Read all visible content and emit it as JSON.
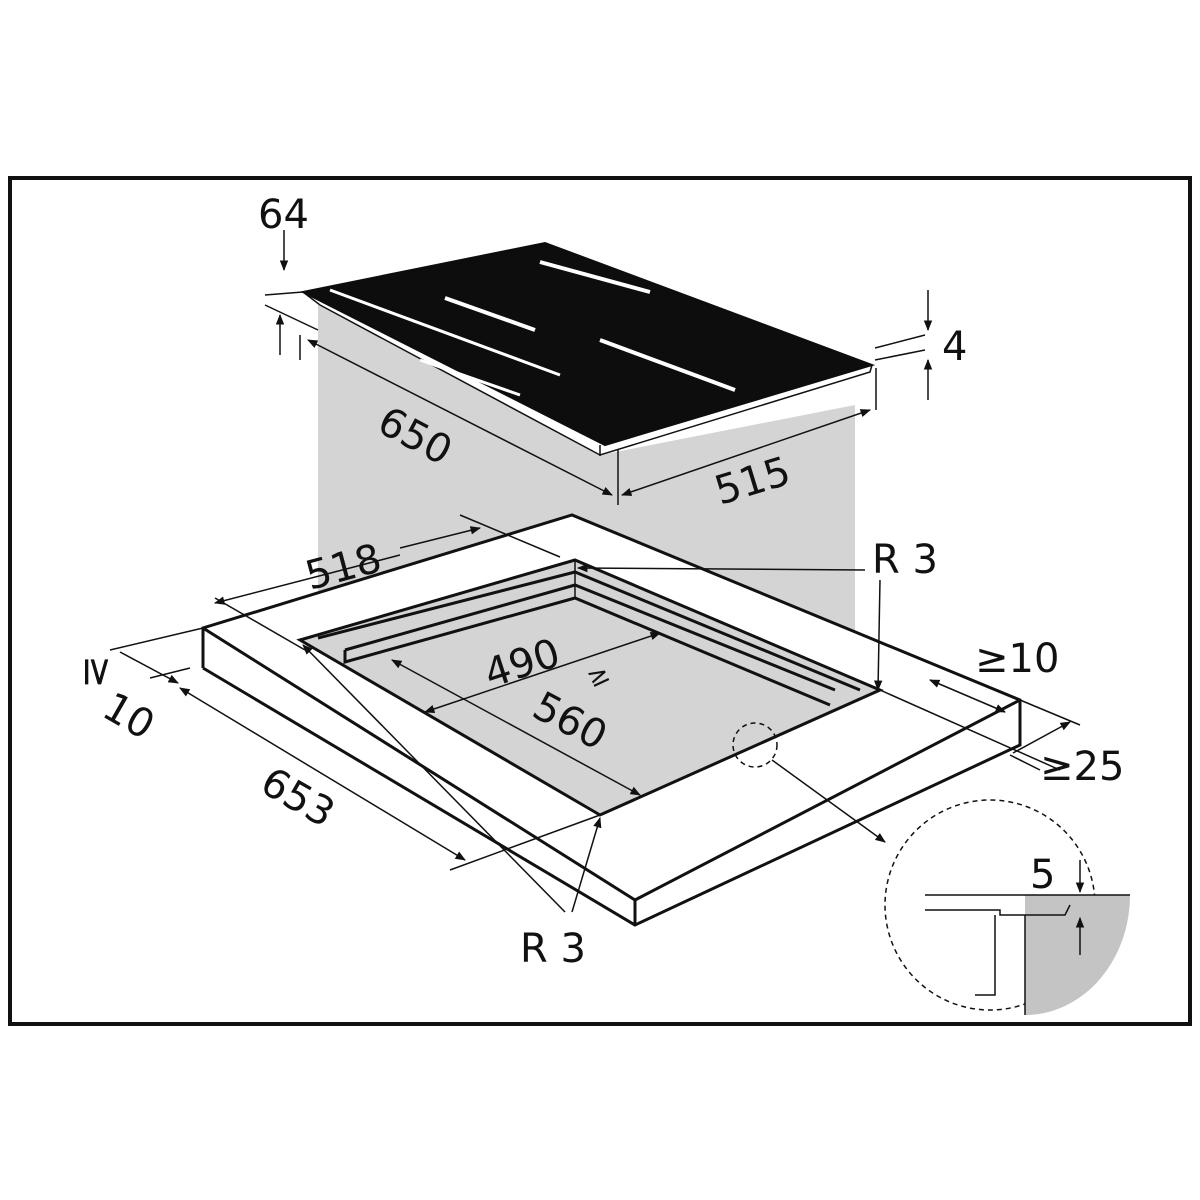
{
  "diagram": {
    "colors": {
      "hob": "#0d0d0d",
      "shadow": "#d4d4d4",
      "line": "#111111",
      "background": "#ffffff"
    },
    "hob": {
      "height_label": "64",
      "glass_thickness_label": "4",
      "depth_label": "650",
      "width_label": "515"
    },
    "cutout": {
      "width_label": "518",
      "corner_radius_top_label": "R 3",
      "inner_width_label": "490",
      "inner_min_symbol": "≥",
      "inner_depth_label": "560",
      "side_clearance_label": "≥10",
      "rear_clearance_label": "≥25",
      "front_clearance_symbol": "≥",
      "front_clearance_label": "10",
      "outer_depth_label": "653",
      "corner_radius_bottom_label": "R 3"
    },
    "detail": {
      "recess_depth_label": "5"
    }
  }
}
